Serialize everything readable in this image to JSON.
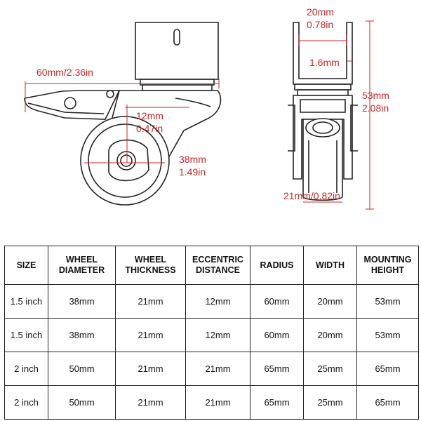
{
  "dimensions": {
    "radius": "60mm/2.36in",
    "eccentric_mm": "12mm",
    "eccentric_in": "0.47in",
    "wheel_diameter_mm": "38mm",
    "wheel_diameter_in": "1.49in",
    "width_mm": "20mm",
    "width_in": "0.78in",
    "plate_thickness": "1.6mm",
    "height_mm": "53mm",
    "height_in": "2.08in",
    "wheel_thickness": "21mm/0.82in"
  },
  "table": {
    "headers": [
      [
        "SIZE"
      ],
      [
        "WHEEL",
        "DIAMETER"
      ],
      [
        "WHEEL",
        "THICKNESS"
      ],
      [
        "ECCENTRIC",
        "DISTANCE"
      ],
      [
        "RADIUS"
      ],
      [
        "WIDTH"
      ],
      [
        "MOUNTING",
        "HEIGHT"
      ]
    ],
    "rows": [
      [
        "1.5 inch",
        "38mm",
        "21mm",
        "12mm",
        "60mm",
        "20mm",
        "53mm"
      ],
      [
        "1.5 inch",
        "38mm",
        "21mm",
        "12mm",
        "60mm",
        "20mm",
        "53mm"
      ],
      [
        "2 inch",
        "50mm",
        "21mm",
        "21mm",
        "65mm",
        "25mm",
        "65mm"
      ],
      [
        "2 inch",
        "50mm",
        "21mm",
        "21mm",
        "65mm",
        "25mm",
        "65mm"
      ]
    ]
  },
  "colors": {
    "dimension": "#c62828",
    "outline": "#222222",
    "table_border": "#222222"
  }
}
